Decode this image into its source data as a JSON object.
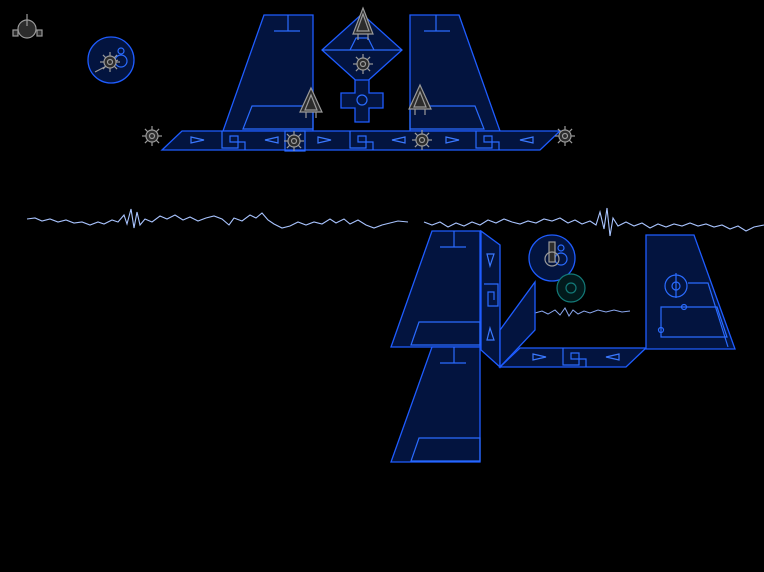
{
  "game": {
    "title": "",
    "hud": {
      "ship_icon": "ship-lives-icon",
      "lives": 1
    },
    "palette": {
      "background": "#000000",
      "block_fill": "#03143f",
      "block_stroke": "#1e5cff",
      "enemy_grey": "#9a9a9a",
      "wave": "#a9c4ff",
      "teal_orb": "#137a78"
    },
    "entities": {
      "turret_pods": 2,
      "spiked_mines": 6,
      "grey_spike_enemies": 3,
      "electric_waves": 3
    }
  }
}
